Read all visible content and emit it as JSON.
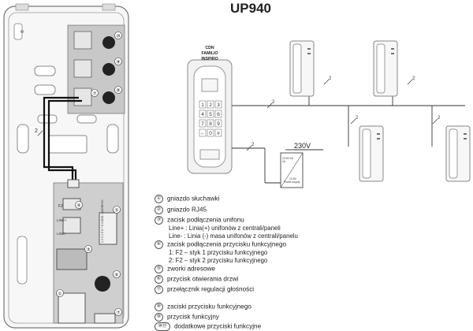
{
  "title": "UP940",
  "panel": {
    "brand_lines": [
      "CDN",
      "FAMILIO",
      "INSPIRO"
    ],
    "keys": [
      "1",
      "2",
      "3",
      "4",
      "5",
      "6",
      "7",
      "8",
      "9",
      "←",
      "0",
      "#"
    ]
  },
  "power": {
    "voltage": "230V",
    "out_label": "13.5V AC",
    "out_sub": "1A",
    "model": "13.5V",
    "model_sub": "Power supply"
  },
  "wire_count": "2",
  "board": {
    "label_f2": "F2",
    "label_line_plus": "LINE+",
    "label_line_minus": "LINE-",
    "dip_label": "1 2 3 4 5 6 7 8 CODE / ADDRESS"
  },
  "device_numbers": [
    "①",
    "②",
    "③",
    "④",
    "⑤",
    "⑥",
    "⑦",
    "⑧",
    "⑨",
    "⑩"
  ],
  "legend": [
    {
      "num": "①",
      "text": "gniazdo słuchawki"
    },
    {
      "num": "②",
      "text": "gniazdo RJ45"
    },
    {
      "num": "③",
      "text": "zacisk podłączenia unifonu"
    },
    {
      "num": "④",
      "text": "zacisk podłączenia przycisku funkcyjnego"
    },
    {
      "num": "⑤",
      "text": "zworki adresowe"
    },
    {
      "num": "⑥",
      "text": "przycisk otwierania drzwi"
    },
    {
      "num": "⑦",
      "text": "przełącznik regulacji głośności"
    },
    {
      "num": "⑧",
      "text": "zaciski przycisku funkcyjnego"
    },
    {
      "num": "⑨",
      "text": "przycisk funkcyjny"
    },
    {
      "num": "⑩⑪",
      "text": "dodatkowe przyciski funkcyjne"
    }
  ],
  "legend_sub": {
    "line_plus": "Line+ : Linia(+) unifonów z centrali/paneli",
    "line_minus": "Line- : Linia (-) masa unifonów z centrali/panelu",
    "f2_1": "1: F2 – styk 1 przycisku funkcyjnego",
    "f2_2": "2: F2 – styk 2 przycisku funkcyjnego"
  }
}
